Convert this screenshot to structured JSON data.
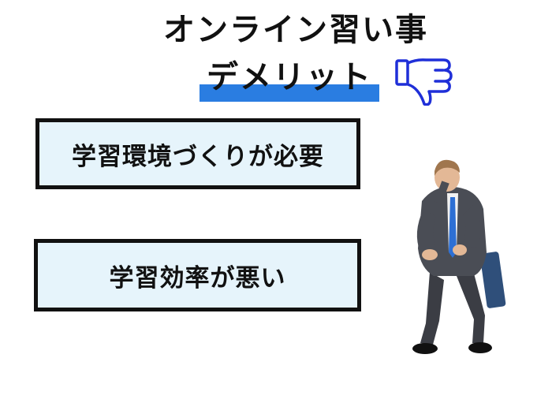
{
  "title": {
    "line1": "オンライン習い事",
    "line2": "デメリット"
  },
  "items": [
    {
      "label": "学習環境づくりが必要"
    },
    {
      "label": "学習効率が悪い"
    }
  ],
  "icons": {
    "thumb": "thumbs-down-icon",
    "person": "dejected-businessman-illustration"
  },
  "colors": {
    "highlight": "#2a7de1",
    "box_fill": "#e6f4fb",
    "box_border": "#111111",
    "thumb_stroke": "#1f2fd8"
  }
}
